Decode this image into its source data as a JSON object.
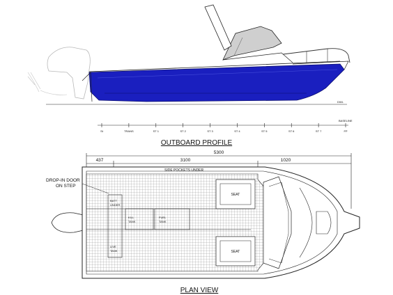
{
  "profile": {
    "title": "OUTBOARD PROFILE",
    "dwl_label": "DWL",
    "baseline_label": "BASELINE",
    "station_labels": [
      "St",
      "TRANS",
      "ST 1",
      "ST 2",
      "ST 3",
      "ST 4",
      "ST 5",
      "ST 6",
      "ST 7",
      "FP"
    ]
  },
  "plan": {
    "title": "PLAN VIEW",
    "dimensions": {
      "overall": "5300",
      "aft": "437",
      "mid": "3100",
      "fwd": "1020"
    },
    "side_pockets": "SIDE POCKETS UNDER",
    "drop_in_door": [
      "DROP-IN DOOR",
      "ON STEP"
    ],
    "batt": [
      "BATT",
      "UNDER"
    ],
    "kill_tank": [
      "KILL",
      "TANK"
    ],
    "fuel_tank": [
      "FUEL",
      "TANK"
    ],
    "live_tank": [
      "LIVE",
      "TANK"
    ],
    "seat_upper": "SEAT",
    "seat_lower": "SEAT"
  },
  "colors": {
    "hull": "#1a1fbf",
    "line": "#222222",
    "grid": "#9a9a9a"
  }
}
